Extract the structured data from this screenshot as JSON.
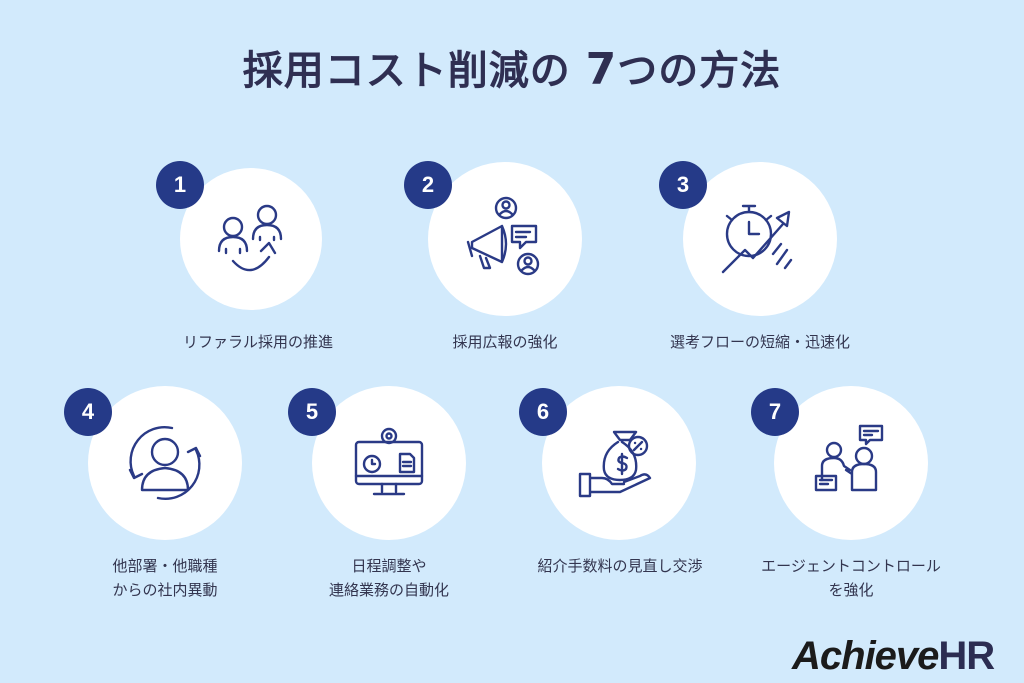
{
  "title": {
    "main": "採用コスト削減の",
    "number": "7",
    "rest": "つの方法"
  },
  "items": [
    {
      "number": "1",
      "label_lines": [
        "リファラル採用の推進"
      ],
      "icon": "referral-people-icon"
    },
    {
      "number": "2",
      "label_lines": [
        "採用広報の強化"
      ],
      "icon": "megaphone-icon"
    },
    {
      "number": "3",
      "label_lines": [
        "選考フローの短縮・迅速化"
      ],
      "icon": "stopwatch-growth-icon"
    },
    {
      "number": "4",
      "label_lines": [
        "他部署・他職種",
        "からの社内異動"
      ],
      "icon": "person-rotate-icon"
    },
    {
      "number": "5",
      "label_lines": [
        "日程調整や",
        "連絡業務の自動化"
      ],
      "icon": "monitor-automation-icon"
    },
    {
      "number": "6",
      "label_lines": [
        "紹介手数料の見直し交渉"
      ],
      "icon": "money-hand-icon"
    },
    {
      "number": "7",
      "label_lines": [
        "エージェントコントロール",
        "を強化"
      ],
      "icon": "agent-meeting-icon"
    }
  ],
  "logo": {
    "text_a": "Achieve",
    "text_b": "HR"
  },
  "colors": {
    "background": "#d2eafc",
    "badge": "#253a88",
    "icon": "#2a3a86"
  }
}
